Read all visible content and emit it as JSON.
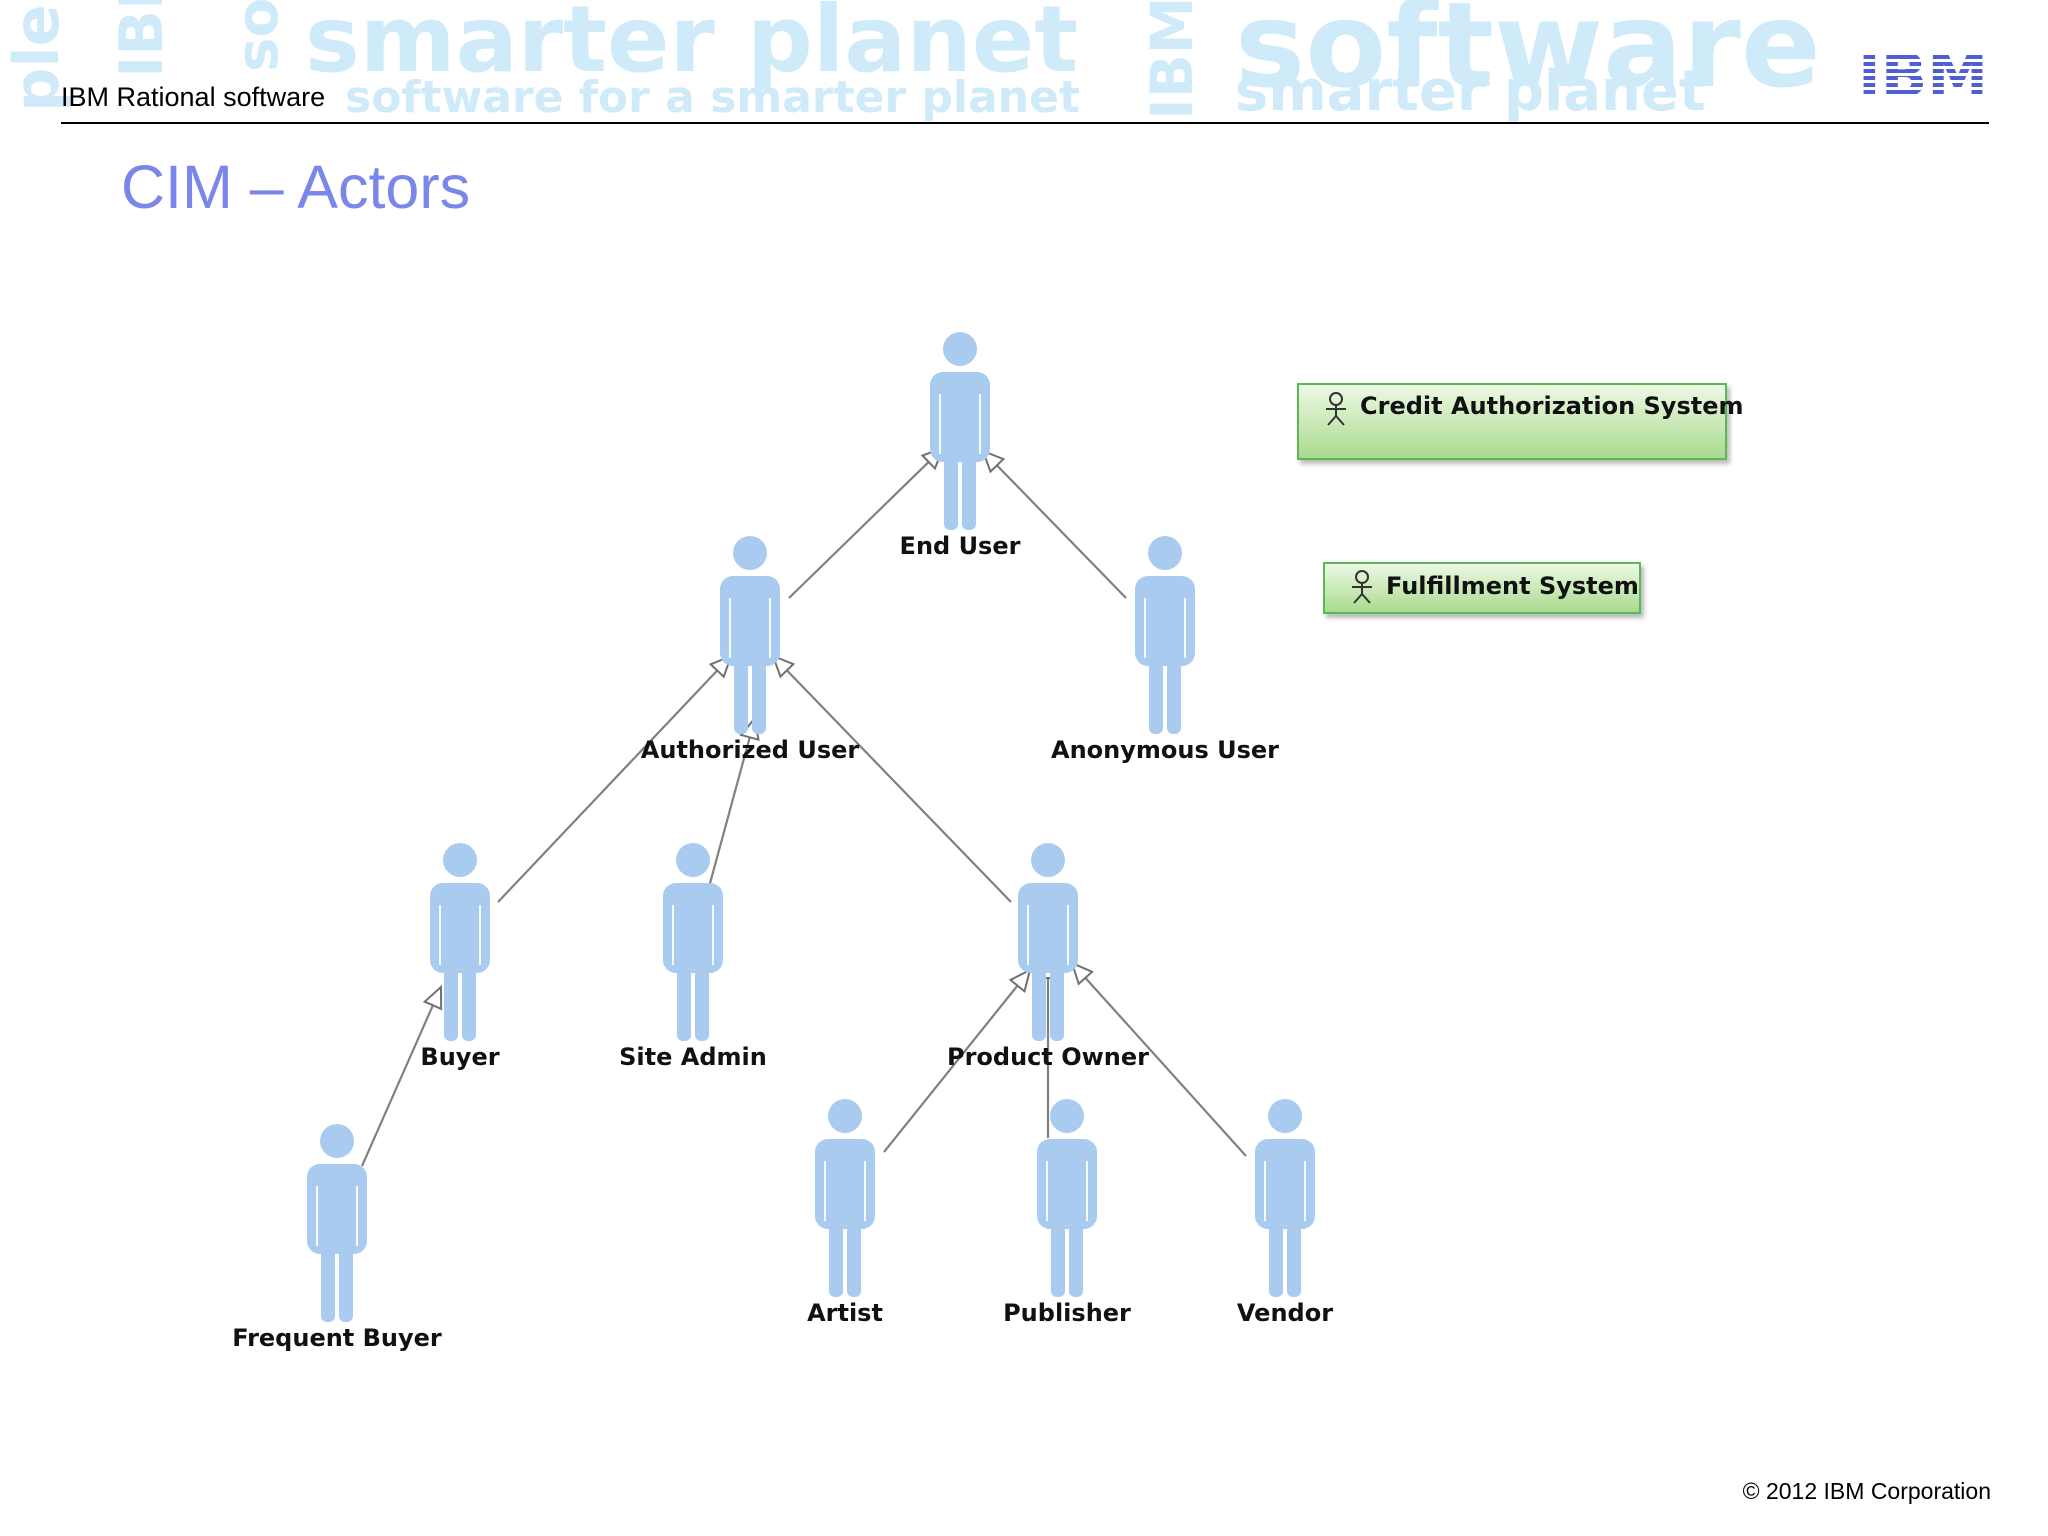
{
  "header": {
    "product": "IBM Rational software",
    "logo_text": "IBM",
    "watermark": {
      "smarter_planet": "smarter planet",
      "software_for": "software for a smarter planet",
      "software": "software",
      "smarter_planet_2": "smarter planet",
      "ibm": "IBM",
      "ple": "ple",
      "so": "so"
    }
  },
  "slide": {
    "title": "CIM – Actors"
  },
  "footer": {
    "copyright": "© 2012 IBM Corporation"
  },
  "colors": {
    "actor_fill": "#a9cbef",
    "edge": "#808080",
    "box_fill_top": "#e6f6dc",
    "box_fill_bottom": "#a8da8c",
    "box_border": "#5cb854",
    "title": "#7b86ea",
    "watermark": "#cfeaf8"
  },
  "diagram": {
    "actors": [
      {
        "id": "end_user",
        "label": "End User"
      },
      {
        "id": "authorized_user",
        "label": "Authorized User"
      },
      {
        "id": "anonymous_user",
        "label": "Anonymous User"
      },
      {
        "id": "buyer",
        "label": "Buyer"
      },
      {
        "id": "site_admin",
        "label": "Site Admin"
      },
      {
        "id": "product_owner",
        "label": "Product Owner"
      },
      {
        "id": "frequent_buyer",
        "label": "Frequent Buyer"
      },
      {
        "id": "artist",
        "label": "Artist"
      },
      {
        "id": "publisher",
        "label": "Publisher"
      },
      {
        "id": "vendor",
        "label": "Vendor"
      }
    ],
    "generalizations": [
      {
        "from": "authorized_user",
        "to": "end_user"
      },
      {
        "from": "anonymous_user",
        "to": "end_user"
      },
      {
        "from": "buyer",
        "to": "authorized_user"
      },
      {
        "from": "site_admin",
        "to": "authorized_user"
      },
      {
        "from": "product_owner",
        "to": "authorized_user"
      },
      {
        "from": "frequent_buyer",
        "to": "buyer"
      },
      {
        "from": "artist",
        "to": "product_owner"
      },
      {
        "from": "publisher",
        "to": "product_owner"
      },
      {
        "from": "vendor",
        "to": "product_owner"
      }
    ],
    "external_systems": [
      {
        "id": "credit_auth",
        "label": "Credit Authorization System",
        "icon": "actor-icon"
      },
      {
        "id": "fulfillment",
        "label": "Fulfillment  System",
        "icon": "actor-icon"
      }
    ]
  }
}
